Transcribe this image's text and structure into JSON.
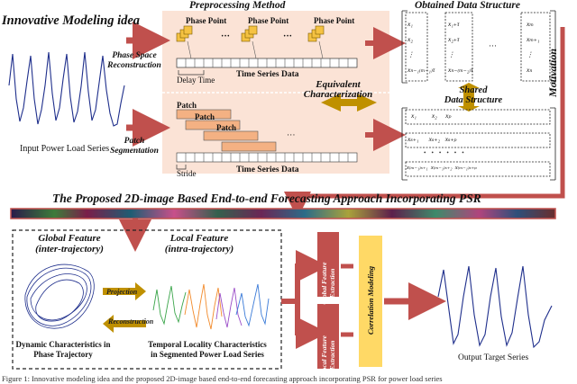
{
  "top": {
    "innovative": "Innovative Modeling idea",
    "preprocessing": "Preprocessing Method",
    "obtained": "Obtained Data Structure",
    "phase_point": "Phase Point",
    "ellipsis": "···",
    "delay_time": "Delay Time",
    "ts_data": "Time Series Data",
    "psr_line1": "Phase Space",
    "psr_line2": "Reconstruction",
    "patch_line1": "Patch",
    "patch_line2": "Segmentation",
    "input_series": "Input Power Load Series",
    "equiv_line1": "Equivalent",
    "equiv_line2": "Characterization",
    "shared_line1": "Shared",
    "shared_line2": "Data Structure",
    "patch": "Patch",
    "stride": "Stride",
    "motivation": "Motivation"
  },
  "psr_matrix": {
    "col1": [
      "x₁",
      "x₂",
      "⋮",
      "xₙ₋₁₍ₘ₋₁₎τ"
    ],
    "col2": [
      "x₁₊τ",
      "x₂₊τ",
      "⋮",
      "xₙ₋₍ₘ₋₂₎τ"
    ],
    "col3": [
      "xₘ",
      "xₘ₊₁",
      "⋮",
      "xₙ"
    ]
  },
  "patch_matrix": {
    "row1": [
      "x₁",
      "x₂",
      "xₚ"
    ],
    "row2": [
      "xₛ₊₁",
      "xₛ₊₂",
      "xₛ₊ₚ"
    ],
    "row3": [
      "x₍ₘ₋₁₎ₛ₊₁",
      "x₍ₘ₋₁₎ₛ₊₂",
      "x₍ₘ₋₁₎ₛ₊ₚ"
    ],
    "dots": "••••••"
  },
  "bottom": {
    "title": "The Proposed 2D-image Based End-to-end Forecasting Approach Incorporating PSR",
    "global_line1": "Global Feature",
    "global_line2": "(inter-trajectory)",
    "local_line1": "Local Feature",
    "local_line2": "(intra-trajectory)",
    "projection": "Projection",
    "reconstruction": "Reconstruction",
    "dyn_line1": "Dynamic Characteristics in",
    "dyn_line2": "Phase Trajectory",
    "temp_line1": "Temporal Locality Characteristics",
    "temp_line2": "in Segmented Power Load Series",
    "gfe_line1": "Global Feature",
    "gfe_line2": "Extraction",
    "lfe_line1": "Local Feature",
    "lfe_line2": "Extraction",
    "corr": "Correlation Modeling",
    "output": "Output Target Series"
  },
  "caption": "Figure 1: Innovative modeling idea and the proposed 2D-image based end-to-end forecasting approach incorporating PSR for power load series",
  "colors": {
    "arrow_red": "#c0504d",
    "band_bg": "#fbe3d6",
    "patch_orange": "#f4b183",
    "cube_yellow": "#f5c242",
    "gold_arrow": "#bf9000",
    "corr_yellow": "#ffd966",
    "series_blue": "#1f2f8c"
  }
}
